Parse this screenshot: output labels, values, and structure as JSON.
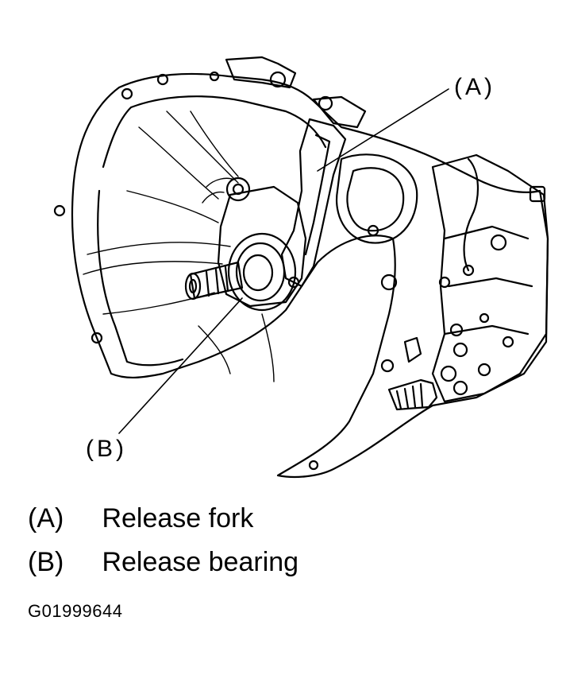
{
  "callouts": {
    "a": "(A)",
    "b": "(B)"
  },
  "legend": [
    {
      "code": "(A)",
      "label": "Release fork"
    },
    {
      "code": "(B)",
      "label": "Release bearing"
    }
  ],
  "figure_id": "G01999644",
  "colors": {
    "line": "#000000",
    "background": "#ffffff"
  }
}
